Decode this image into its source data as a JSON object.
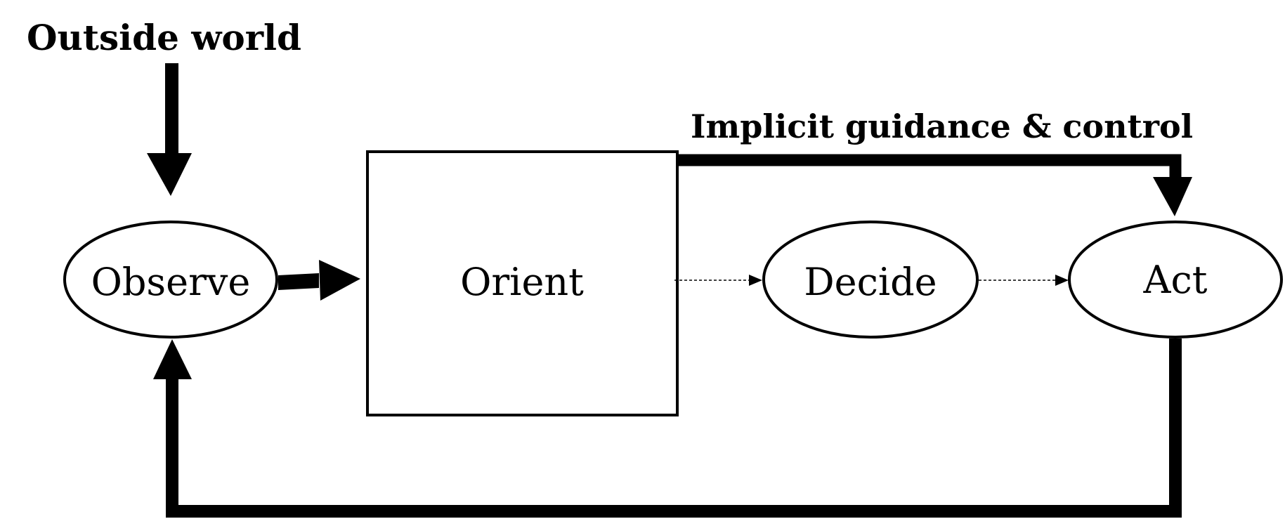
{
  "labels": {
    "outside_world": "Outside world",
    "implicit_guidance": "Implicit guidance & control"
  },
  "nodes": {
    "observe": "Observe",
    "orient": "Orient",
    "decide": "Decide",
    "act": "Act"
  },
  "colors": {
    "stroke": "#000000",
    "background": "#ffffff"
  }
}
